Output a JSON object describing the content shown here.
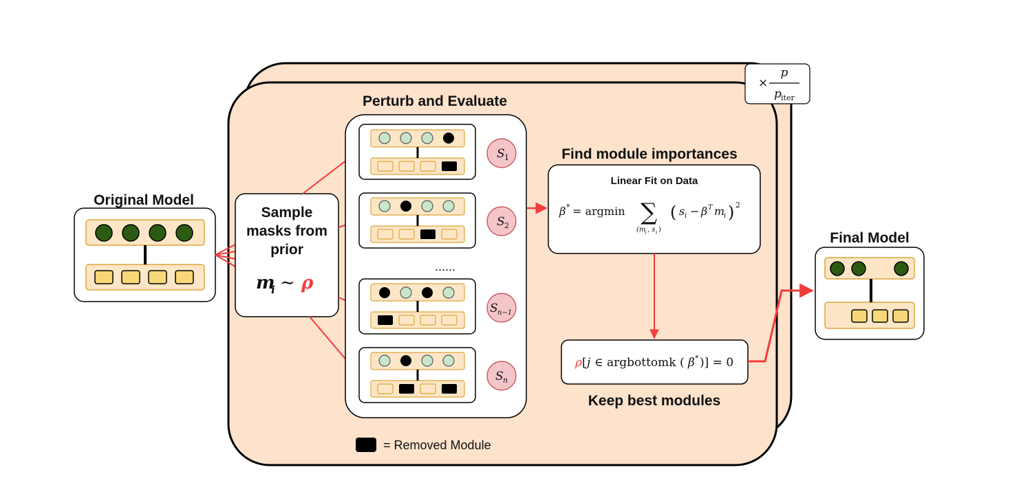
{
  "titles": {
    "perturb": "Perturb and Evaluate",
    "find": "Find module importances",
    "original": "Original Model",
    "final": "Final Model",
    "keep": "Keep best modules"
  },
  "sample_box": {
    "line1": "Sample",
    "line2": "masks from",
    "line3": "prior"
  },
  "linear_fit": {
    "title": "Linear Fit on Data"
  },
  "legend": {
    "label": "= Removed Module"
  },
  "ellipsis": "......",
  "scores": [
    "S1",
    "S2",
    "Sn-1",
    "Sn"
  ],
  "colors": {
    "panel_fill": "#fde2cc",
    "arrow": "#f23c3c",
    "active_node": "#2d5a12",
    "inactive_node": "#c9e6cc",
    "module_fill": "#f7d778",
    "box_fill": "#fde6c6",
    "score_fill": "#f4c5c8",
    "border_orange": "#e0a33a"
  }
}
